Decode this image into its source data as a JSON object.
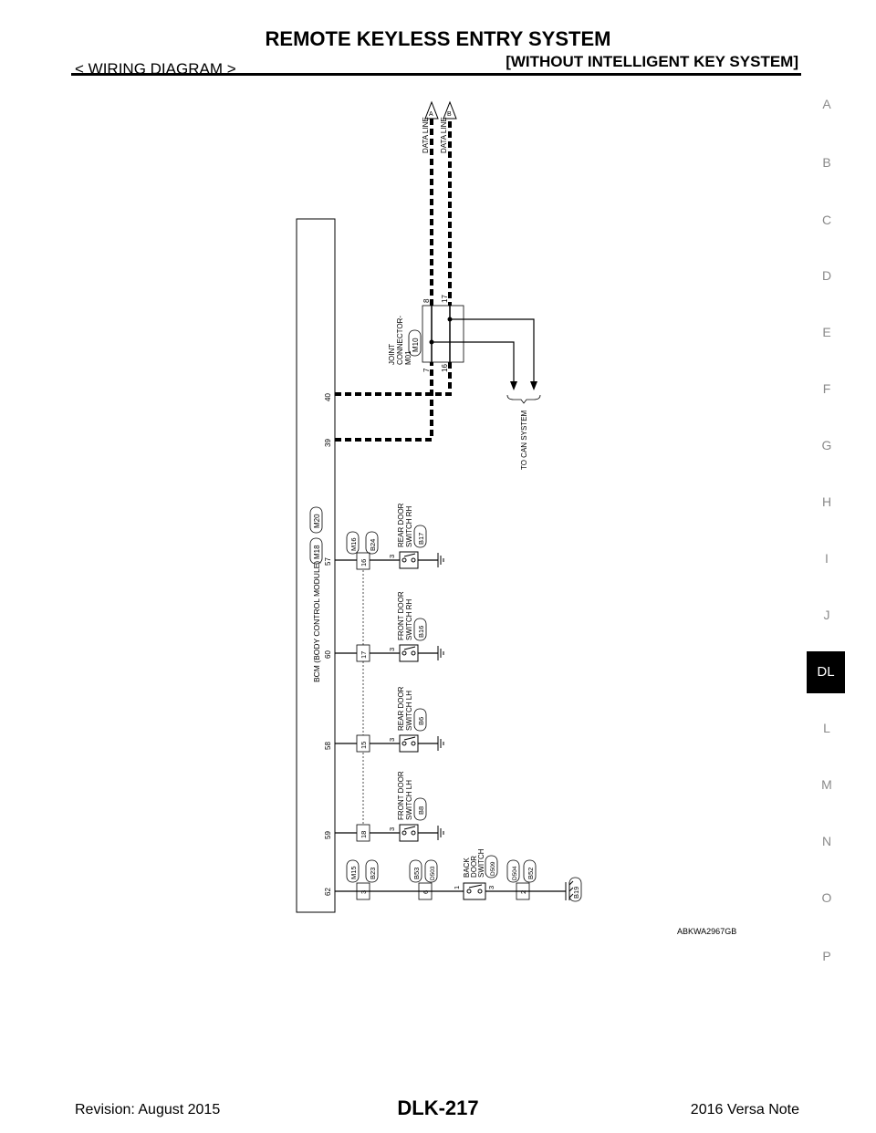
{
  "header": {
    "title": "REMOTE KEYLESS ENTRY SYSTEM",
    "section": "< WIRING DIAGRAM >",
    "subtitle": "[WITHOUT INTELLIGENT KEY SYSTEM]"
  },
  "side_index": {
    "letters": [
      "A",
      "B",
      "C",
      "D",
      "E",
      "F",
      "G",
      "H",
      "I",
      "J",
      "DL",
      "L",
      "M",
      "N",
      "O",
      "P"
    ],
    "active": "DL"
  },
  "diagram": {
    "data_line_a": "DATA LINE",
    "data_line_b": "DATA LINE",
    "connector_a": "A",
    "connector_b": "B",
    "joint_connector_label": [
      "JOINT",
      "CONNECTOR-",
      "M01"
    ],
    "joint_connector_code": "M10",
    "joint_pins": [
      "8",
      "17",
      "7",
      "16"
    ],
    "to_can_system": "TO CAN SYSTEM",
    "bcm_label": "BCM (BODY CONTROL MODULE)",
    "bcm_connectors": [
      "M18",
      "M20"
    ],
    "bcm_pins": [
      "40",
      "39",
      "57",
      "60",
      "58",
      "59",
      "62"
    ],
    "harness_connectors": [
      "M16",
      "B24",
      "M15",
      "B23",
      "B53",
      "D503",
      "D504",
      "B52"
    ],
    "harness_pins": [
      "16",
      "17",
      "15",
      "18",
      "3",
      "6",
      "2"
    ],
    "switches": [
      {
        "name": [
          "REAR DOOR",
          "SWITCH RH"
        ],
        "code": "B17",
        "pin": "3"
      },
      {
        "name": [
          "FRONT DOOR",
          "SWITCH RH"
        ],
        "code": "B16",
        "pin": "3"
      },
      {
        "name": [
          "REAR DOOR",
          "SWITCH LH"
        ],
        "code": "B6",
        "pin": "3"
      },
      {
        "name": [
          "FRONT DOOR",
          "SWITCH LH"
        ],
        "code": "B8",
        "pin": "3"
      }
    ],
    "back_door_switch": {
      "name": [
        "BACK",
        "DOOR",
        "SWITCH"
      ],
      "code": "D509",
      "pins": [
        "1",
        "3"
      ]
    },
    "ground_code": "B19",
    "figure_code": "ABKWA2967GB"
  },
  "footer": {
    "revision": "Revision: August 2015",
    "page": "DLK-217",
    "model": "2016 Versa Note"
  }
}
